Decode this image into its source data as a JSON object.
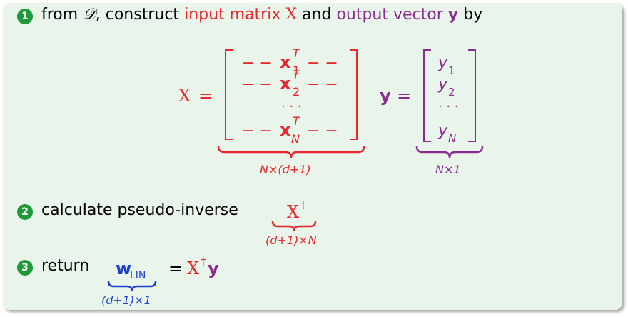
{
  "steps": [
    {
      "number": "1",
      "text_from": "from",
      "D_symbol": "𝒟",
      "text_construct": ", construct",
      "input_matrix_label": "input matrix",
      "X_symbol": "X",
      "text_and": "and",
      "output_vector_label": "output vector",
      "y_symbol": "y",
      "text_by": "by"
    },
    {
      "number": "2",
      "text": "calculate pseudo-inverse",
      "X_dagger": "X",
      "dagger": "†",
      "underbrace_label": "(d+1)×N"
    },
    {
      "number": "3",
      "text": "return",
      "w_symbol": "w",
      "w_subscript": "LIN",
      "underbrace_label": "(d+1)×1",
      "equals": "=",
      "rhs_X": "X",
      "rhs_dagger": "†",
      "rhs_y": "y"
    }
  ],
  "equation": {
    "X_lhs": "X",
    "equals": "=",
    "row_dashes": "− −",
    "x_symbol": "x",
    "superscript": "T",
    "row_subscripts": [
      "1",
      "2",
      "N"
    ],
    "dots": "· · ·",
    "X_underbrace": "N×(d+1)",
    "y_lhs": "y",
    "y_entries": [
      "y",
      "y",
      "y"
    ],
    "y_subscripts": [
      "1",
      "2",
      "N"
    ],
    "y_underbrace": "N×1"
  },
  "colors": {
    "background": "#e9f4ea",
    "step_badge": "#1f9a3a",
    "red": "#e8262b",
    "purple": "#8a2c8f",
    "blue": "#1e3fd0"
  }
}
